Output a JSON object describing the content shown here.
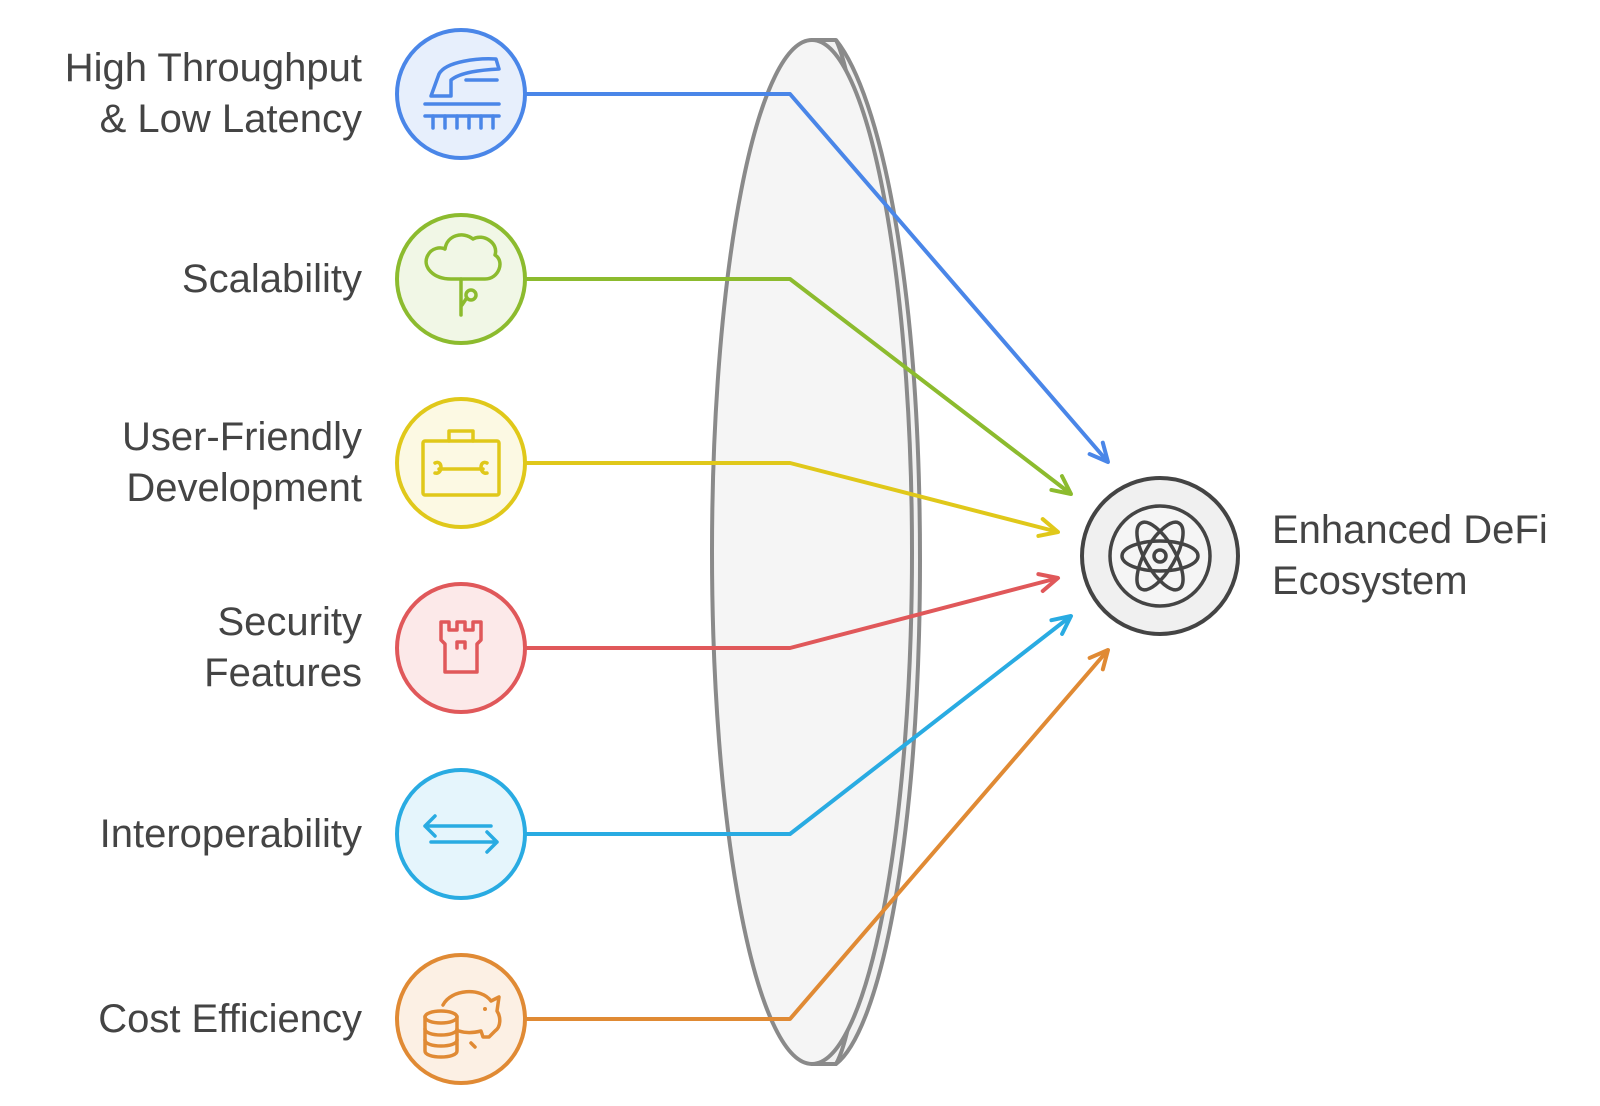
{
  "factors": [
    {
      "label": "High Throughput\n& Low Latency",
      "icon": "high-speed-train-icon",
      "color": "#4a86e8",
      "fill": "#e7effc"
    },
    {
      "label": "Scalability",
      "icon": "tree-growth-icon",
      "color": "#8cbb2e",
      "fill": "#f1f7e6"
    },
    {
      "label": "User-Friendly\nDevelopment",
      "icon": "toolbox-icon",
      "color": "#e0c81a",
      "fill": "#fcf9e3"
    },
    {
      "label": "Security\nFeatures",
      "icon": "castle-tower-icon",
      "color": "#e0585a",
      "fill": "#fce9e9"
    },
    {
      "label": "Interoperability",
      "icon": "two-way-arrows-icon",
      "color": "#29abe2",
      "fill": "#e5f5fc"
    },
    {
      "label": "Cost Efficiency",
      "icon": "piggy-bank-coins-icon",
      "color": "#e08a34",
      "fill": "#fcf0e4"
    }
  ],
  "outcome": {
    "label": "Enhanced DeFi\nEcosystem",
    "icon": "atom-icon",
    "color": "#444444",
    "fill": "#f0f0f0"
  },
  "lens": {
    "name": "focusing-lens",
    "stroke": "#8a8a8a",
    "fill": "#f5f5f5"
  }
}
